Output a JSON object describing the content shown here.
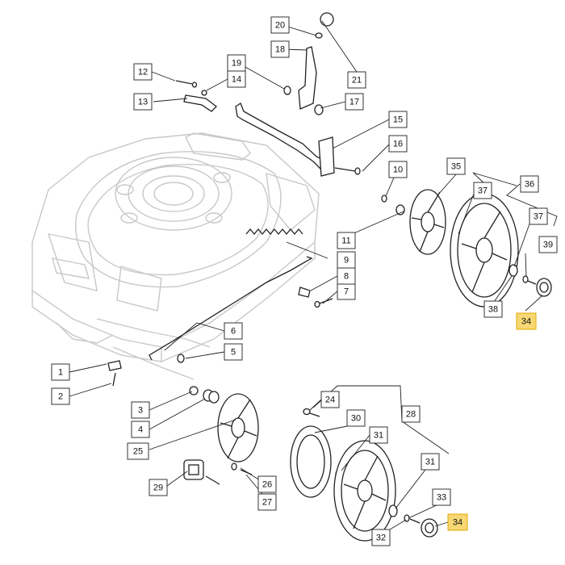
{
  "diagram": {
    "callouts": [
      {
        "id": "c1",
        "label": "1",
        "highlight": false
      },
      {
        "id": "c2",
        "label": "2",
        "highlight": false
      },
      {
        "id": "c3",
        "label": "3",
        "highlight": false
      },
      {
        "id": "c4",
        "label": "4",
        "highlight": false
      },
      {
        "id": "c5",
        "label": "5",
        "highlight": false
      },
      {
        "id": "c6",
        "label": "6",
        "highlight": false
      },
      {
        "id": "c7",
        "label": "7",
        "highlight": false
      },
      {
        "id": "c8",
        "label": "8",
        "highlight": false
      },
      {
        "id": "c9",
        "label": "9",
        "highlight": false
      },
      {
        "id": "c10",
        "label": "10",
        "highlight": false
      },
      {
        "id": "c11",
        "label": "11",
        "highlight": false
      },
      {
        "id": "c12",
        "label": "12",
        "highlight": false
      },
      {
        "id": "c13",
        "label": "13",
        "highlight": false
      },
      {
        "id": "c14",
        "label": "14",
        "highlight": false
      },
      {
        "id": "c15",
        "label": "15",
        "highlight": false
      },
      {
        "id": "c16",
        "label": "16",
        "highlight": false
      },
      {
        "id": "c17",
        "label": "17",
        "highlight": false
      },
      {
        "id": "c18",
        "label": "18",
        "highlight": false
      },
      {
        "id": "c19",
        "label": "19",
        "highlight": false
      },
      {
        "id": "c20",
        "label": "20",
        "highlight": false
      },
      {
        "id": "c21",
        "label": "21",
        "highlight": false
      },
      {
        "id": "c24",
        "label": "24",
        "highlight": false
      },
      {
        "id": "c25",
        "label": "25",
        "highlight": false
      },
      {
        "id": "c26",
        "label": "26",
        "highlight": false
      },
      {
        "id": "c27",
        "label": "27",
        "highlight": false
      },
      {
        "id": "c28",
        "label": "28",
        "highlight": false
      },
      {
        "id": "c29",
        "label": "29",
        "highlight": false
      },
      {
        "id": "c30",
        "label": "30",
        "highlight": false
      },
      {
        "id": "c31a",
        "label": "31",
        "highlight": false
      },
      {
        "id": "c31b",
        "label": "31",
        "highlight": false
      },
      {
        "id": "c32",
        "label": "32",
        "highlight": false
      },
      {
        "id": "c33",
        "label": "33",
        "highlight": false
      },
      {
        "id": "c34a",
        "label": "34",
        "highlight": true
      },
      {
        "id": "c34b",
        "label": "34",
        "highlight": true
      },
      {
        "id": "c35",
        "label": "35",
        "highlight": false
      },
      {
        "id": "c36",
        "label": "36",
        "highlight": false
      },
      {
        "id": "c37a",
        "label": "37",
        "highlight": false
      },
      {
        "id": "c37b",
        "label": "37",
        "highlight": false
      },
      {
        "id": "c38",
        "label": "38",
        "highlight": false
      },
      {
        "id": "c39",
        "label": "39",
        "highlight": false
      }
    ],
    "colors": {
      "line": "#222222",
      "ghost": "#c8c8c8",
      "box_border": "#333333",
      "highlight_fill": "#f7d774",
      "highlight_border": "#e0a800"
    }
  }
}
